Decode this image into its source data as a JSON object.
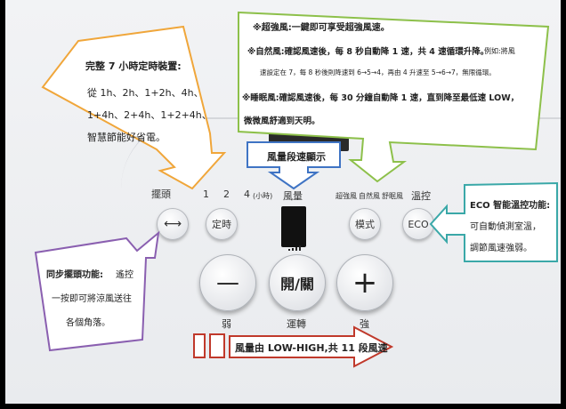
{
  "callouts": {
    "timer": {
      "title": "完整 7 小時定時裝置:",
      "lines": [
        "從 1h、2h、1+2h、4h、",
        "1+4h、2+4h、1+2+4h、",
        "智慧節能好省電。"
      ]
    },
    "modes": {
      "line1": "※超強風:一鍵即可享受超強風速。",
      "line2_bold": "※自然風:確認風速後，每 8 秒自動降 1 速，共 4 速循環升降。",
      "line2_small": "例如:將風",
      "line3": "速設定在 7，每 8 秒後則降速到 6→5→4，再由 4 升速至 5→6→7，無限循環。",
      "line4": "※睡眠風:確認風速後，每 30 分鐘自動降 1 速，直到降至最低速 LOW，",
      "line5": "微微風舒適到天明。"
    },
    "fan_display": {
      "text": "風量段速顯示"
    },
    "eco": {
      "title": "ECO 智能溫控功能:",
      "lines": [
        "可自動偵測室溫，",
        "調節風速強弱。"
      ]
    },
    "swing": {
      "title": "同步擺頭功能:",
      "title_tail": "遙控",
      "lines": [
        "一按即可將涼風送往",
        "各個角落。"
      ]
    },
    "speed": {
      "text": "風量由 LOW-HIGH,共 11 段風速"
    }
  },
  "panel": {
    "labels": {
      "swing": "擺頭",
      "t1": "1",
      "t2": "2",
      "t4": "4",
      "hours": "(小時)",
      "fan": "風量",
      "super": "超強風",
      "natural": "自然風",
      "sleep": "舒眠風",
      "remote": "溫控",
      "weak": "弱",
      "run": "運轉",
      "strong": "強"
    },
    "buttons": {
      "swing_icon": "⟷",
      "timer": "定時",
      "mode": "模式",
      "eco": "ECO",
      "minus": "—",
      "power": "開/關",
      "plus": "+"
    }
  },
  "colors": {
    "timer_border": "#f0a63a",
    "modes_border": "#8dc04a",
    "display_border": "#3f74c4",
    "eco_border": "#3aa8a8",
    "swing_border": "#8a5fb0",
    "speed_border": "#c0392b"
  }
}
